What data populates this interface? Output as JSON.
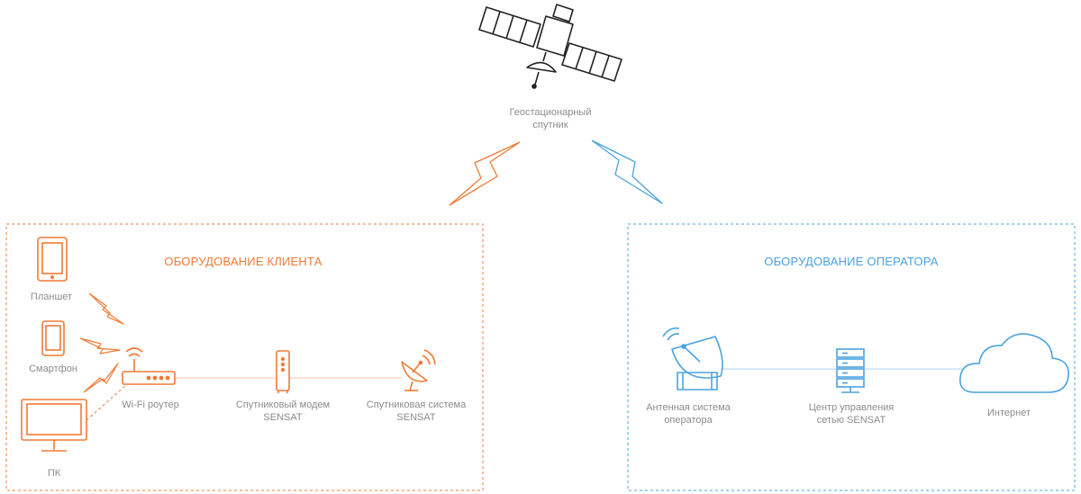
{
  "satellite": {
    "label_line1": "Геостационарный",
    "label_line2": "спутник"
  },
  "client": {
    "title": "ОБОРУДОВАНИЕ КЛИЕНТА",
    "tablet": "Планшет",
    "smartphone": "Смартфон",
    "pc": "ПК",
    "router": "Wi-Fi роутер",
    "modem_line1": "Спутниковый модем",
    "modem_line2": "SENSAT",
    "dish_line1": "Спутниковая система",
    "dish_line2": "SENSAT"
  },
  "operator": {
    "title": "ОБОРУДОВАНИЕ ОПЕРАТОРА",
    "antenna_line1": "Антенная система",
    "antenna_line2": "оператора",
    "center_line1": "Центр управления",
    "center_line2": "сетью SENSAT",
    "internet": "Интернет"
  },
  "colors": {
    "client_accent": "#f07a35",
    "operator_accent": "#4aa3df",
    "satellite_stroke": "#222222",
    "label_text": "#8c8c8c"
  }
}
